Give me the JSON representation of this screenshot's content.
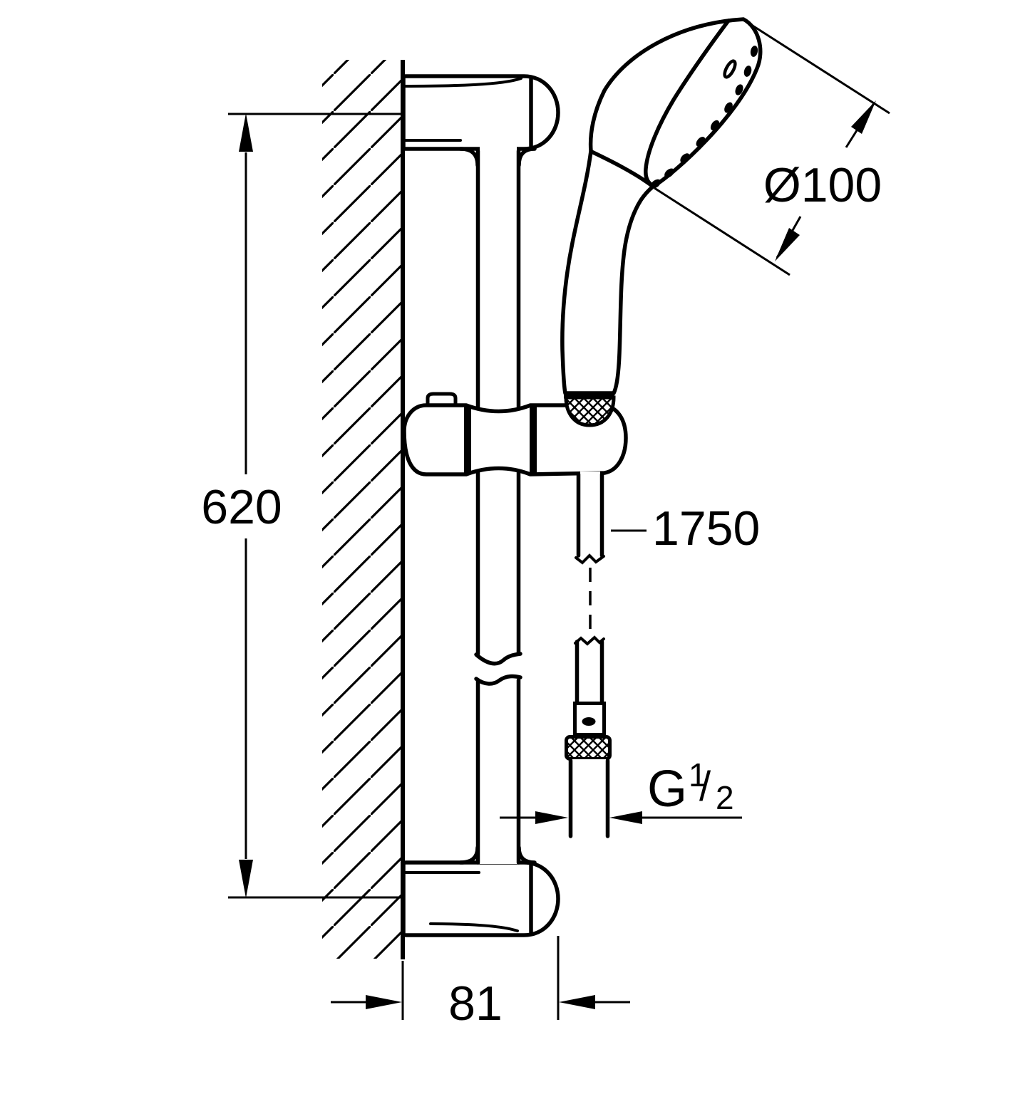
{
  "document": {
    "type": "technical-drawing",
    "paper_color": "#ffffff",
    "ink_color": "#000000"
  },
  "parts": {
    "wall": "wall-section-hatched",
    "bracket_top": "upper-wall-bracket",
    "bracket_bottom": "lower-wall-bracket",
    "rail": "shower-slide-rail",
    "glide": "glide-element-with-button",
    "hand_shower": "hand-shower-head-and-handle",
    "hose": "shower-hose-with-g-half-connector"
  },
  "dimensions": {
    "bar_height": {
      "value": "620"
    },
    "head_diameter": {
      "value": "Ø100"
    },
    "hose_length": {
      "value": "1750"
    },
    "thread": {
      "g": "G",
      "numerator": "1",
      "slash": "/",
      "denominator": "2"
    },
    "wall_offset": {
      "value": "81"
    }
  }
}
